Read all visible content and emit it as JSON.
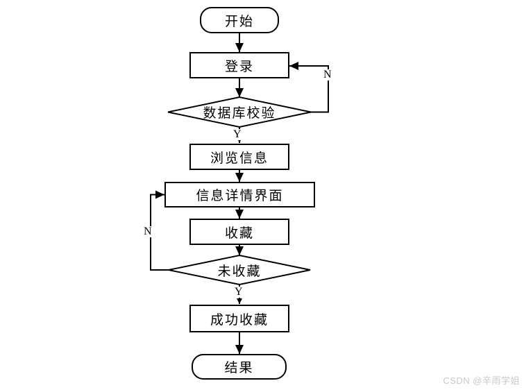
{
  "nodes": {
    "start": {
      "label": "开始",
      "type": "terminator"
    },
    "login": {
      "label": "登录",
      "type": "process"
    },
    "db_check": {
      "label": "数据库校验",
      "type": "decision"
    },
    "browse": {
      "label": "浏览信息",
      "type": "process"
    },
    "detail": {
      "label": "信息详情界面",
      "type": "process"
    },
    "favorite": {
      "label": "收藏",
      "type": "process"
    },
    "not_favorited": {
      "label": "未收藏",
      "type": "decision"
    },
    "favorite_success": {
      "label": "成功收藏",
      "type": "process"
    },
    "result": {
      "label": "结果",
      "type": "terminator"
    }
  },
  "edge_labels": {
    "db_check_no": "N",
    "db_check_yes": "Y",
    "not_favorited_no": "N",
    "not_favorited_yes": "Y"
  },
  "watermark": "CSDN @辛雨学姐",
  "colors": {
    "line": "#000000",
    "background": "#ffffff",
    "watermark": "#c9c9c9"
  }
}
